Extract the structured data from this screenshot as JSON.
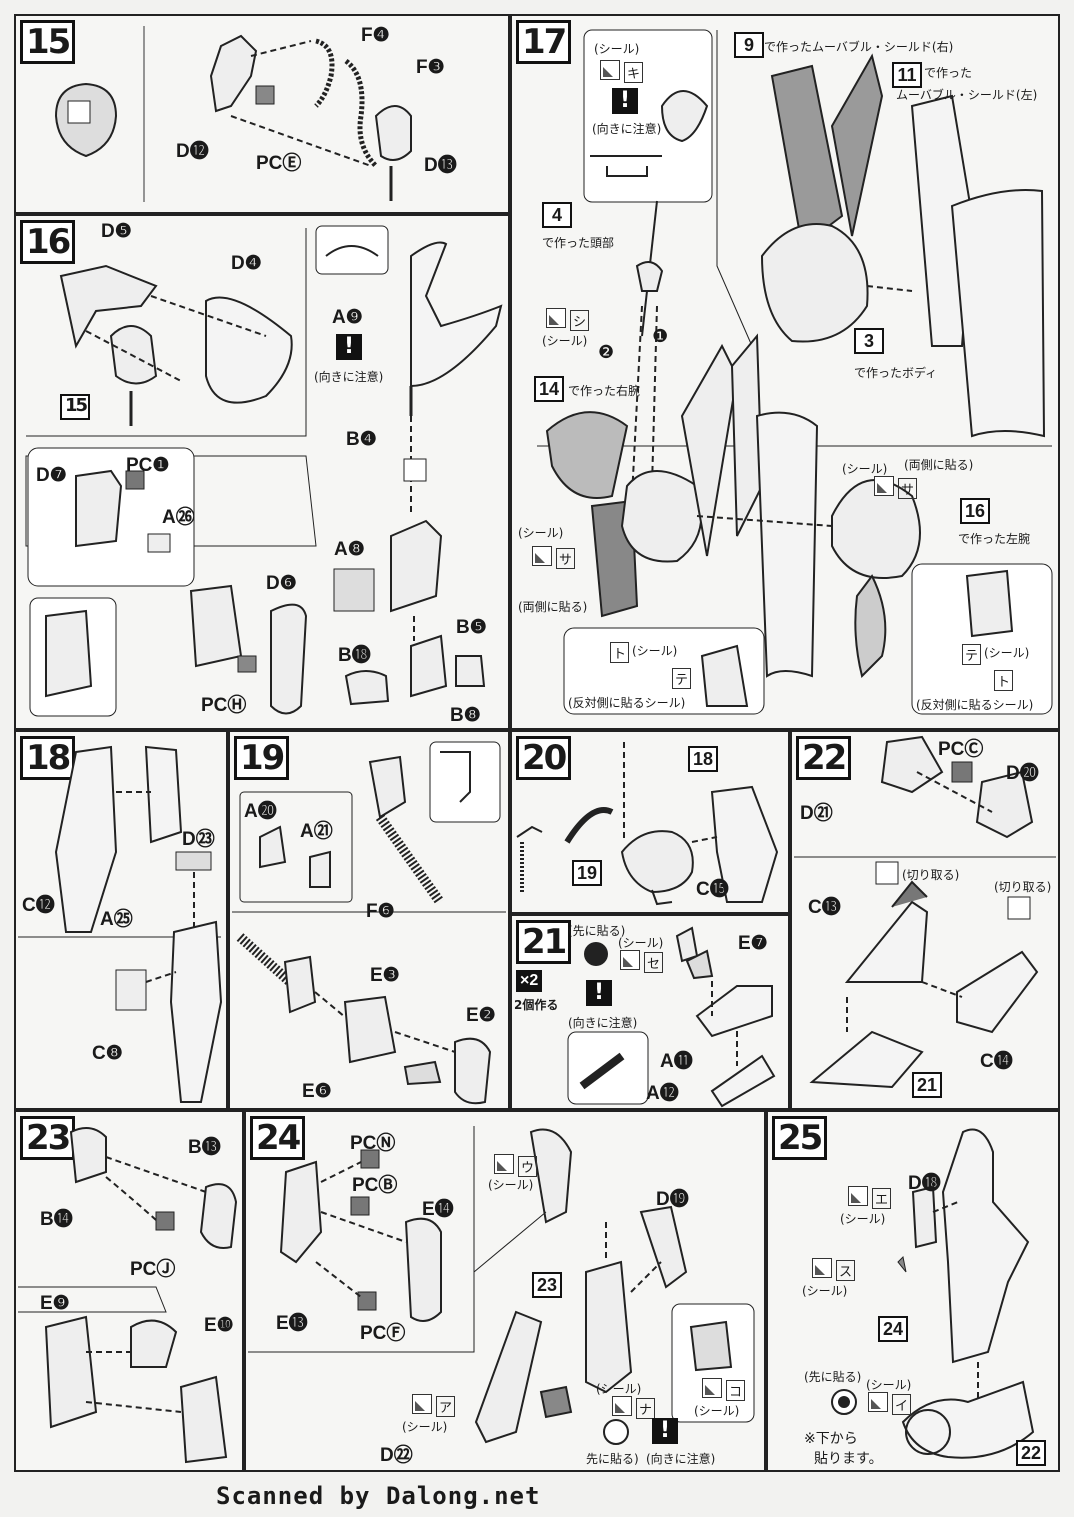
{
  "footer": {
    "credit": "Scanned by Dalong.net"
  },
  "steps": {
    "s15": {
      "num": "15",
      "labels": [
        "F❹",
        "F❸",
        "D⓬",
        "PCⒺ",
        "D⓭"
      ]
    },
    "s16": {
      "num": "16",
      "labels": [
        "D❺",
        "D❹",
        "A❾",
        "B❹",
        "D❼",
        "PC❶",
        "A㉖",
        "A❽",
        "D❻",
        "B❺",
        "B⓲",
        "PCⒽ",
        "B❽"
      ],
      "ref": "15",
      "caution": "(向きに注意)"
    },
    "s17": {
      "num": "17",
      "sticker": "(シール)",
      "sticker_ki": "キ",
      "sticker_shi": "シ",
      "caution": "(向きに注意)",
      "ref_head_num": "4",
      "ref_head_text": "で作った頭部",
      "ref_rarm_num": "14",
      "ref_rarm_text": "で作った右腕",
      "ref_rshield_num": "9",
      "ref_rshield_text": "で作ったムーバブル・シールド(右)",
      "ref_lshield_num": "11",
      "ref_lshield_text1": "で作った",
      "ref_lshield_text2": "ムーバブル・シールド(左)",
      "ref_body_num": "3",
      "ref_body_text": "で作ったボディ",
      "ref_larm_num": "16",
      "ref_larm_text": "で作った左腕",
      "sticker_sa": "サ",
      "both_sides": "(両側に貼る)",
      "sticker_to": "ト",
      "sticker_te": "テ",
      "opposite": "(反対側に貼るシール)",
      "order1": "❶",
      "order2": "❷"
    },
    "s18": {
      "num": "18",
      "labels": [
        "D㉓",
        "C⓬",
        "A㉕",
        "C❽"
      ]
    },
    "s19": {
      "num": "19",
      "labels": [
        "A⓴",
        "A㉑",
        "F❻",
        "E❸",
        "E❷",
        "E❻"
      ]
    },
    "s20": {
      "num": "20",
      "ref": "18",
      "ref2": "19",
      "labels": [
        "C⓯"
      ]
    },
    "s21": {
      "num": "21",
      "mult": "×2",
      "mult_text": "2個作る",
      "first": "(先に貼る)",
      "sticker": "(シール)",
      "sticker_se": "セ",
      "caution": "(向きに注意)",
      "labels": [
        "E❼",
        "A⓫",
        "A⓬"
      ]
    },
    "s22": {
      "num": "22",
      "labels": [
        "PCⒸ",
        "D⓴",
        "D㉑",
        "C⓭",
        "C⓮"
      ],
      "cut": "(切り取る)",
      "ref": "21"
    },
    "s23": {
      "num": "23",
      "labels": [
        "B⓭",
        "B⓮",
        "PCⒿ",
        "E❾",
        "E❿"
      ]
    },
    "s24": {
      "num": "24",
      "labels": [
        "PCⓃ",
        "PCⒷ",
        "E⓮",
        "E⓭",
        "PCⒻ",
        "D⓳",
        "D㉒"
      ],
      "sticker": "(シール)",
      "sticker_u": "ウ",
      "sticker_a": "ア",
      "sticker_na": "ナ",
      "sticker_ko": "コ",
      "ref": "23",
      "first": "先に貼る)",
      "caution": "(向きに注意)"
    },
    "s25": {
      "num": "25",
      "labels": [
        "D⓲"
      ],
      "sticker": "(シール)",
      "sticker_e": "エ",
      "sticker_su": "ス",
      "sticker_i": "イ",
      "ref": "24",
      "ref2": "22",
      "first": "(先に貼る)",
      "note1": "※下から",
      "note2": "貼ります。"
    }
  }
}
